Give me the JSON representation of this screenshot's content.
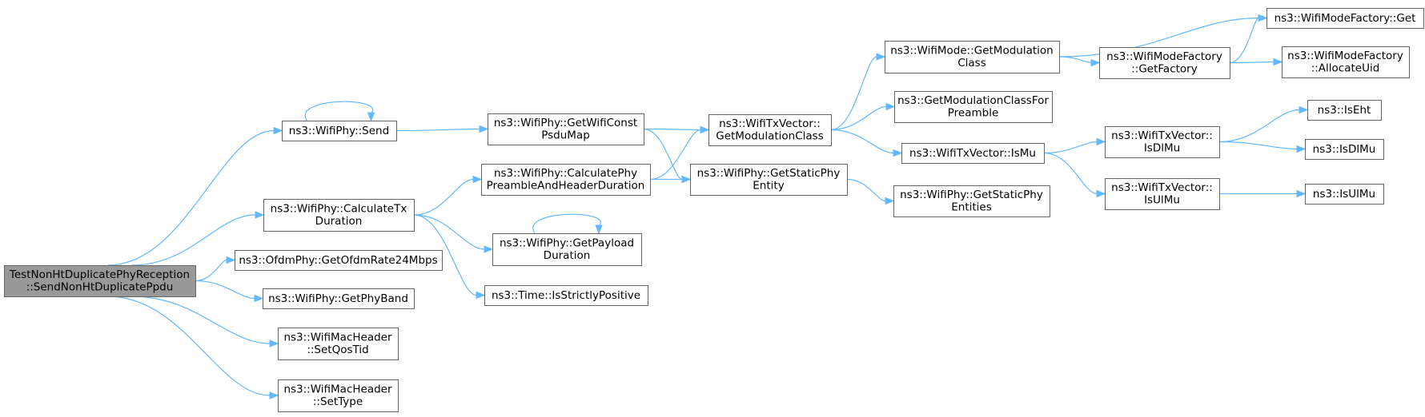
{
  "nodes": [
    {
      "id": "root",
      "lines": [
        "TestNonHtDuplicatePhyReception",
        "::SendNonHtDuplicatePpdu"
      ]
    },
    {
      "id": "send",
      "lines": [
        "ns3::WifiPhy::Send"
      ]
    },
    {
      "id": "calctx",
      "lines": [
        "ns3::WifiPhy::CalculateTx",
        "Duration"
      ]
    },
    {
      "id": "ofdm",
      "lines": [
        "ns3::OfdmPhy::GetOfdmRate24Mbps"
      ]
    },
    {
      "id": "phyband",
      "lines": [
        "ns3::WifiPhy::GetPhyBand"
      ]
    },
    {
      "id": "qostid",
      "lines": [
        "ns3::WifiMacHeader",
        "::SetQosTid"
      ]
    },
    {
      "id": "settype",
      "lines": [
        "ns3::WifiMacHeader",
        "::SetType"
      ]
    },
    {
      "id": "constpsdu",
      "lines": [
        "ns3::WifiPhy::GetWifiConst",
        "PsduMap"
      ]
    },
    {
      "id": "preamble",
      "lines": [
        "ns3::WifiPhy::CalculatePhy",
        "PreambleAndHeaderDuration"
      ]
    },
    {
      "id": "payload",
      "lines": [
        "ns3::WifiPhy::GetPayload",
        "Duration"
      ]
    },
    {
      "id": "strictly",
      "lines": [
        "ns3::Time::IsStrictlyPositive"
      ]
    },
    {
      "id": "txmod",
      "lines": [
        "ns3::WifiTxVector::",
        "GetModulationClass"
      ]
    },
    {
      "id": "staticent",
      "lines": [
        "ns3::WifiPhy::GetStaticPhy",
        "Entity"
      ]
    },
    {
      "id": "modemod",
      "lines": [
        "ns3::WifiMode::GetModulation",
        "Class"
      ]
    },
    {
      "id": "modpre",
      "lines": [
        "ns3::GetModulationClassFor",
        "Preamble"
      ]
    },
    {
      "id": "ismu",
      "lines": [
        "ns3::WifiTxVector::IsMu"
      ]
    },
    {
      "id": "staticents",
      "lines": [
        "ns3::WifiPhy::GetStaticPhy",
        "Entities"
      ]
    },
    {
      "id": "factory",
      "lines": [
        "ns3::WifiModeFactory",
        "::GetFactory"
      ]
    },
    {
      "id": "factget",
      "lines": [
        "ns3::WifiModeFactory::Get"
      ]
    },
    {
      "id": "allocuid",
      "lines": [
        "ns3::WifiModeFactory",
        "::AllocateUid"
      ]
    },
    {
      "id": "isdlmu_tx",
      "lines": [
        "ns3::WifiTxVector::",
        "IsDlMu"
      ]
    },
    {
      "id": "isulmu_tx",
      "lines": [
        "ns3::WifiTxVector::",
        "IsUlMu"
      ]
    },
    {
      "id": "iseht",
      "lines": [
        "ns3::IsEht"
      ]
    },
    {
      "id": "isdlmu",
      "lines": [
        "ns3::IsDlMu"
      ]
    },
    {
      "id": "isulmu",
      "lines": [
        "ns3::IsUlMu"
      ]
    }
  ],
  "edges": [
    {
      "from": "root",
      "to": "send"
    },
    {
      "from": "root",
      "to": "calctx"
    },
    {
      "from": "root",
      "to": "ofdm"
    },
    {
      "from": "root",
      "to": "phyband"
    },
    {
      "from": "root",
      "to": "qostid"
    },
    {
      "from": "root",
      "to": "settype"
    },
    {
      "from": "send",
      "to": "send"
    },
    {
      "from": "send",
      "to": "constpsdu"
    },
    {
      "from": "calctx",
      "to": "preamble"
    },
    {
      "from": "calctx",
      "to": "payload"
    },
    {
      "from": "calctx",
      "to": "strictly"
    },
    {
      "from": "constpsdu",
      "to": "txmod"
    },
    {
      "from": "constpsdu",
      "to": "staticent"
    },
    {
      "from": "preamble",
      "to": "txmod"
    },
    {
      "from": "preamble",
      "to": "staticent"
    },
    {
      "from": "payload",
      "to": "payload"
    },
    {
      "from": "txmod",
      "to": "modemod"
    },
    {
      "from": "txmod",
      "to": "modpre"
    },
    {
      "from": "txmod",
      "to": "ismu"
    },
    {
      "from": "staticent",
      "to": "staticents"
    },
    {
      "from": "modemod",
      "to": "factget"
    },
    {
      "from": "modemod",
      "to": "factory"
    },
    {
      "from": "factory",
      "to": "factget"
    },
    {
      "from": "factory",
      "to": "allocuid"
    },
    {
      "from": "ismu",
      "to": "isdlmu_tx"
    },
    {
      "from": "ismu",
      "to": "isulmu_tx"
    },
    {
      "from": "isdlmu_tx",
      "to": "iseht"
    },
    {
      "from": "isdlmu_tx",
      "to": "isdlmu"
    },
    {
      "from": "isulmu_tx",
      "to": "isulmu"
    }
  ],
  "colors": {
    "edge": "#63b8ff",
    "root_fill": "#999999",
    "node_border": "#666666"
  }
}
